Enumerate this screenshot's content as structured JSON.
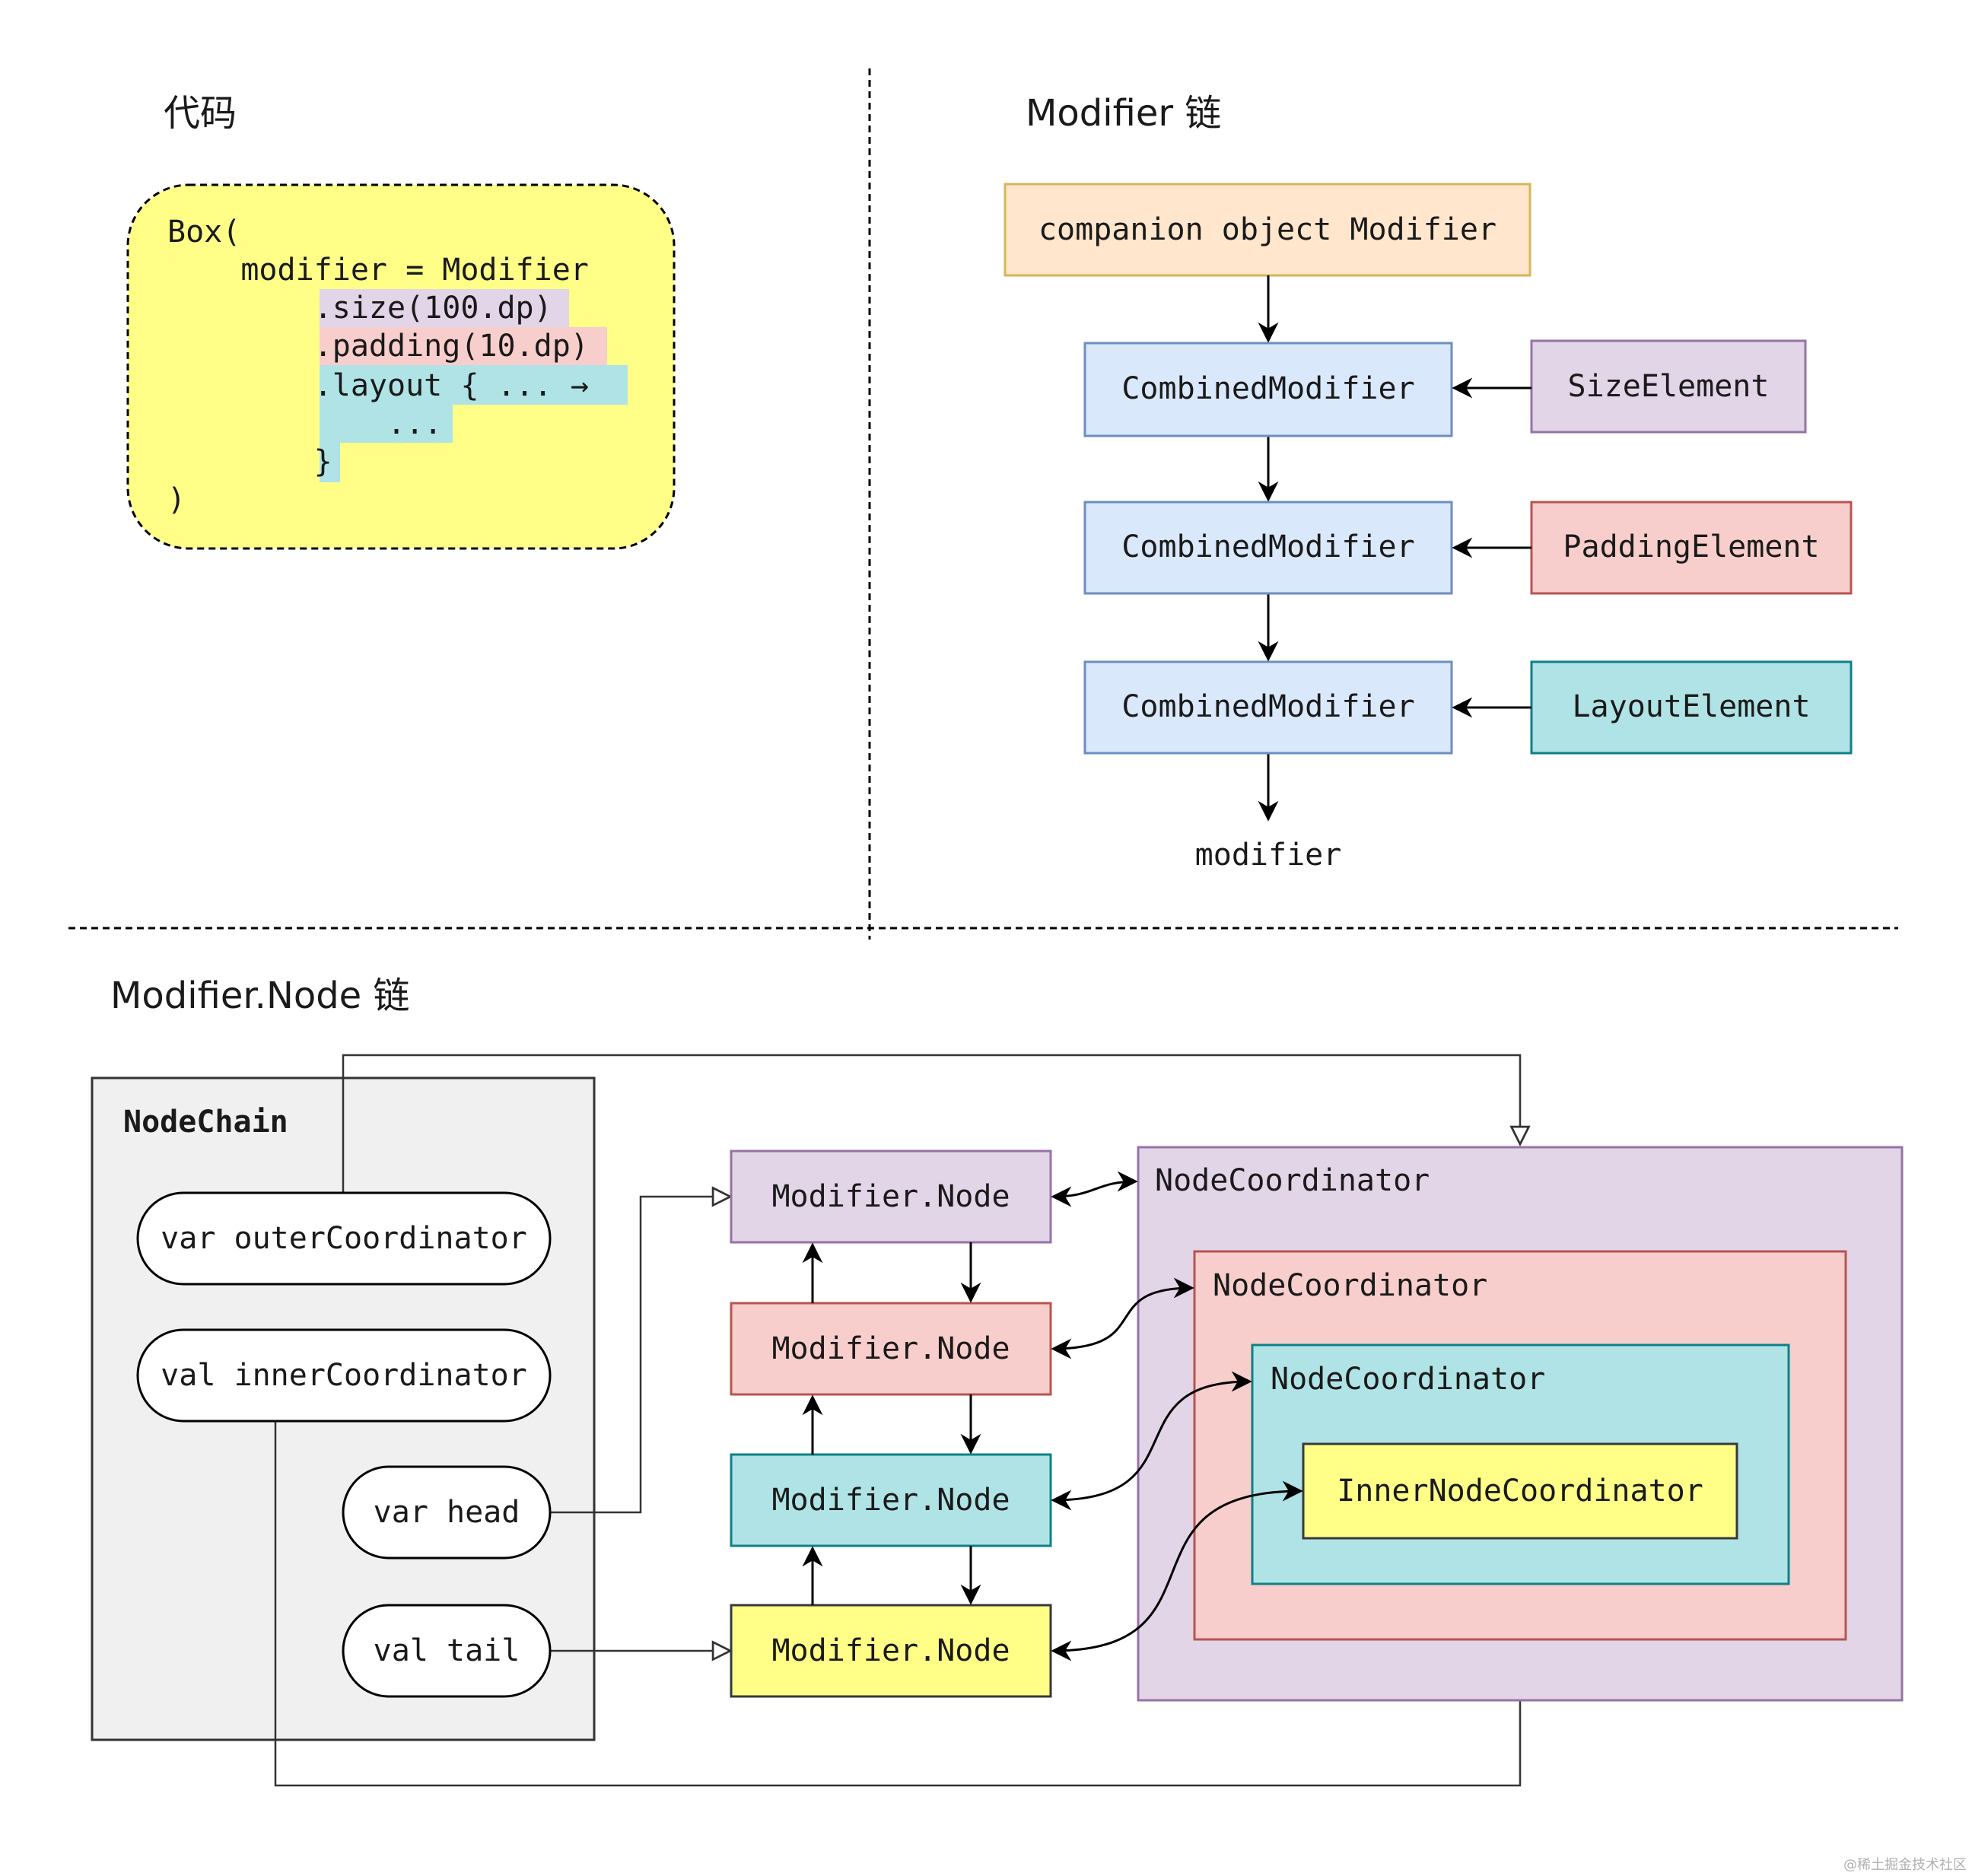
{
  "sections": {
    "code_title": "代码",
    "modifier_chain_title": "Modifier 链",
    "node_chain_title": "Modifier.Node 链"
  },
  "code": {
    "lines": [
      "Box(",
      "    modifier = Modifier",
      "        .size(100.dp)",
      "        .padding(10.dp)",
      "        .layout { ... →",
      "            ...",
      "        }",
      ")"
    ],
    "highlight_colors": {
      "size": "#e1d5e7",
      "padding": "#f8cecc",
      "layout": "#b0e3e6"
    },
    "background": "#ffff88"
  },
  "modifier_chain": {
    "companion": "companion object Modifier",
    "combined": [
      "CombinedModifier",
      "CombinedModifier",
      "CombinedModifier"
    ],
    "elements": [
      "SizeElement",
      "PaddingElement",
      "LayoutElement"
    ],
    "result": "modifier"
  },
  "node_chain": {
    "nodechain_title": "NodeChain",
    "fields": [
      "var outerCoordinator",
      "val innerCoordinator",
      "var head",
      "val tail"
    ],
    "nodes": [
      "Modifier.Node",
      "Modifier.Node",
      "Modifier.Node",
      "Modifier.Node"
    ],
    "coordinators": [
      "NodeCoordinator",
      "NodeCoordinator",
      "NodeCoordinator",
      "InnerNodeCoordinator"
    ]
  },
  "colors": {
    "purple_fill": "#e1d5e7",
    "purple_stroke": "#9673a6",
    "red_fill": "#f8cecc",
    "red_stroke": "#b85450",
    "teal_fill": "#b0e3e6",
    "teal_stroke": "#0e8088",
    "yellow_fill": "#ffff88",
    "yellow_stroke": "#36393d",
    "blue_fill": "#dae8fc",
    "blue_stroke": "#6c8ebf",
    "orange_fill": "#ffe6cc",
    "orange_stroke": "#d6b656"
  },
  "watermark": "@稀土掘金技术社区"
}
